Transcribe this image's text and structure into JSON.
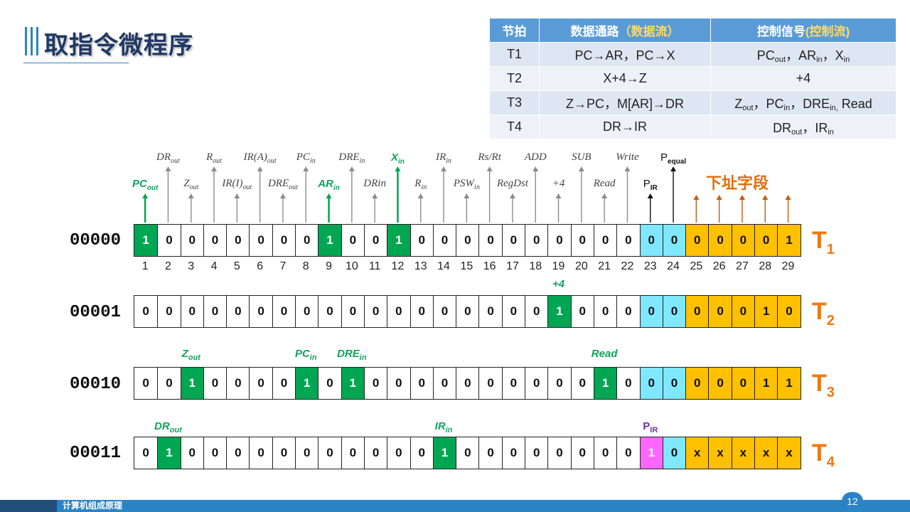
{
  "title": "取指令微程序",
  "table": {
    "headers": {
      "step": "节拍",
      "datapath": "数据通路",
      "datapath_note": "（数据流）",
      "control": "控制信号",
      "control_note": "(控制流)"
    },
    "rows": [
      {
        "step": "T1",
        "datapath": "PC→AR，PC→X",
        "control": [
          [
            "PC",
            "out"
          ],
          [
            "，AR",
            "in"
          ],
          [
            "，X",
            "in"
          ]
        ]
      },
      {
        "step": "T2",
        "datapath": "X+4→Z",
        "control": [
          [
            "+4",
            ""
          ]
        ]
      },
      {
        "step": "T3",
        "datapath": "Z→PC，M[AR]→DR",
        "control": [
          [
            "Z",
            "out"
          ],
          [
            "，PC",
            "in"
          ],
          [
            "，DRE",
            "in,"
          ],
          [
            " Read",
            ""
          ]
        ]
      },
      {
        "step": "T4",
        "datapath": "DR→IR",
        "control": [
          [
            "DR",
            "out"
          ],
          [
            "，IR",
            "in"
          ]
        ]
      }
    ]
  },
  "signals_top": [
    {
      "main": "DR",
      "sub": "out",
      "pos": 2
    },
    {
      "main": "R",
      "sub": "out",
      "pos": 4
    },
    {
      "main": "IR(A)",
      "sub": "out",
      "pos": 6
    },
    {
      "main": "PC",
      "sub": "in",
      "pos": 8
    },
    {
      "main": "DRE",
      "sub": "in",
      "pos": 10
    },
    {
      "main": "X",
      "sub": "in",
      "pos": 12,
      "green": true
    },
    {
      "main": "IR",
      "sub": "in",
      "pos": 14
    },
    {
      "main": "Rs/Rt",
      "sub": "",
      "pos": 16
    },
    {
      "main": "ADD",
      "sub": "",
      "pos": 18
    },
    {
      "main": "SUB",
      "sub": "",
      "pos": 20
    },
    {
      "main": "Write",
      "sub": "",
      "pos": 22
    },
    {
      "main": "P",
      "sub": "equal",
      "pos": 24,
      "plain": true
    }
  ],
  "signals_bottom": [
    {
      "main": "PC",
      "sub": "out",
      "pos": 1,
      "green": true
    },
    {
      "main": "Z",
      "sub": "out",
      "pos": 3
    },
    {
      "main": "IR(I)",
      "sub": "out",
      "pos": 5
    },
    {
      "main": "DRE",
      "sub": "out",
      "pos": 7
    },
    {
      "main": "AR",
      "sub": "in",
      "pos": 9,
      "green": true
    },
    {
      "main": "DRin",
      "sub": "",
      "pos": 11
    },
    {
      "main": "R",
      "sub": "in",
      "pos": 13
    },
    {
      "main": "PSW",
      "sub": "in",
      "pos": 15
    },
    {
      "main": "RegDst",
      "sub": "",
      "pos": 17
    },
    {
      "main": "+4",
      "sub": "",
      "pos": 19
    },
    {
      "main": "Read",
      "sub": "",
      "pos": 21
    },
    {
      "main": "P",
      "sub": "IR",
      "pos": 23,
      "plain": true
    }
  ],
  "next_address_label": "下址字段",
  "bit_indices": [
    "1",
    "2",
    "3",
    "4",
    "5",
    "6",
    "7",
    "8",
    "9",
    "10",
    "11",
    "12",
    "13",
    "14",
    "15",
    "16",
    "17",
    "18",
    "19",
    "20",
    "21",
    "22",
    "23",
    "24",
    "25",
    "26",
    "27",
    "28",
    "29"
  ],
  "microinstructions": [
    {
      "address": "00000",
      "t_main": "T",
      "t_sub": "1",
      "bits": [
        "1",
        "0",
        "0",
        "0",
        "0",
        "0",
        "0",
        "0",
        "1",
        "0",
        "0",
        "1",
        "0",
        "0",
        "0",
        "0",
        "0",
        "0",
        "0",
        "0",
        "0",
        "0",
        "0",
        "0",
        "0",
        "0",
        "0",
        "0",
        "1"
      ],
      "labels": []
    },
    {
      "address": "00001",
      "t_main": "T",
      "t_sub": "2",
      "bits": [
        "0",
        "0",
        "0",
        "0",
        "0",
        "0",
        "0",
        "0",
        "0",
        "0",
        "0",
        "0",
        "0",
        "0",
        "0",
        "0",
        "0",
        "0",
        "1",
        "0",
        "0",
        "0",
        "0",
        "0",
        "0",
        "0",
        "0",
        "1",
        "0"
      ],
      "labels": [
        {
          "main": "+4",
          "sub": "",
          "pos": 19
        }
      ]
    },
    {
      "address": "00010",
      "t_main": "T",
      "t_sub": "3",
      "bits": [
        "0",
        "0",
        "1",
        "0",
        "0",
        "0",
        "0",
        "1",
        "0",
        "1",
        "0",
        "0",
        "0",
        "0",
        "0",
        "0",
        "0",
        "0",
        "0",
        "0",
        "1",
        "0",
        "0",
        "0",
        "0",
        "0",
        "0",
        "1",
        "1"
      ],
      "labels": [
        {
          "main": "Z",
          "sub": "out",
          "pos": 3
        },
        {
          "main": "PC",
          "sub": "in",
          "pos": 8
        },
        {
          "main": "DRE",
          "sub": "in",
          "pos": 10
        },
        {
          "main": "Read",
          "sub": "",
          "pos": 21
        }
      ]
    },
    {
      "address": "00011",
      "t_main": "T",
      "t_sub": "4",
      "bits": [
        "0",
        "1",
        "0",
        "0",
        "0",
        "0",
        "0",
        "0",
        "0",
        "0",
        "0",
        "0",
        "0",
        "1",
        "0",
        "0",
        "0",
        "0",
        "0",
        "0",
        "0",
        "0",
        "1",
        "0",
        "x",
        "x",
        "x",
        "x",
        "x"
      ],
      "labels": [
        {
          "main": "DR",
          "sub": "out",
          "pos": 2
        },
        {
          "main": "IR",
          "sub": "in",
          "pos": 14
        },
        {
          "main": "P",
          "sub": "IR",
          "pos": 23,
          "purple": true
        }
      ]
    }
  ],
  "colors": {
    "active_bit": "#00a651",
    "condition_field": "#7fe8ff",
    "next_address_field": "#ffc000",
    "pir_active": "#ff66ff",
    "title": "#1f3864",
    "accent_orange": "#f07810"
  },
  "footer": {
    "course": "计算机组成原理",
    "page": "12"
  }
}
